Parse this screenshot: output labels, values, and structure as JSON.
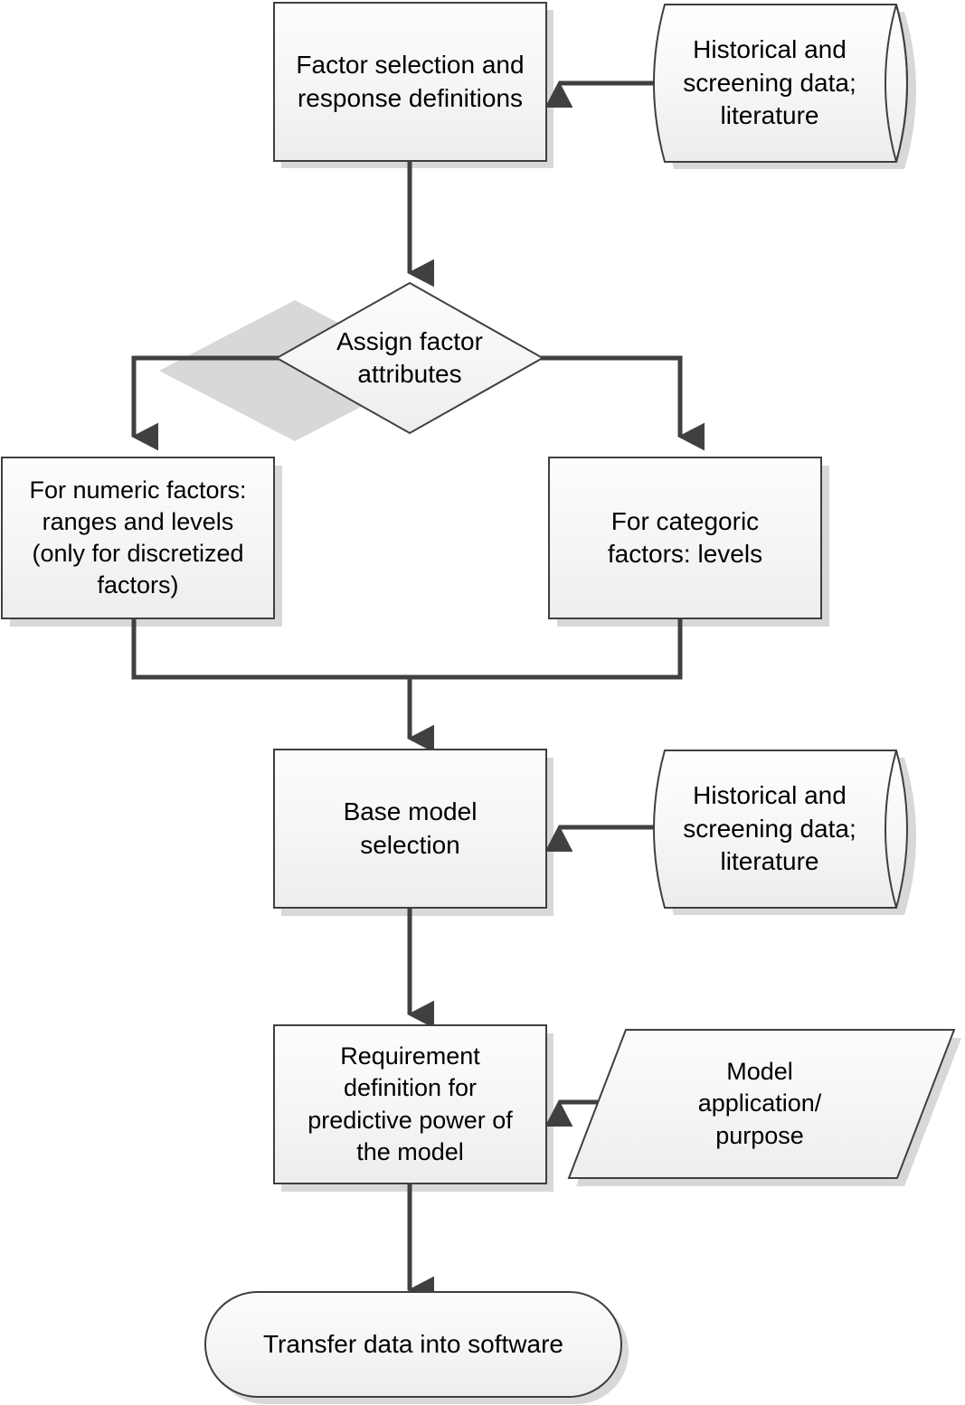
{
  "diagram": {
    "type": "flowchart",
    "title": "Design of experiments model setup flowchart",
    "colors": {
      "node_fill_light": "#fbfbfb",
      "node_fill_dark": "#eeeeee",
      "node_stroke": "#3f3f3f",
      "connector": "#404040",
      "shadow": "#d9d9d9",
      "text": "#000000",
      "background": "#ffffff"
    },
    "nodes": [
      {
        "id": "factor-selection",
        "shape": "process",
        "label": "Factor selection and\nresponse definitions"
      },
      {
        "id": "historical-data-top",
        "shape": "cylinder",
        "label": "Historical and\nscreening data;\nliterature"
      },
      {
        "id": "assign-factor-attributes",
        "shape": "decision",
        "label": "Assign factor\nattributes"
      },
      {
        "id": "numeric-factors",
        "shape": "process",
        "label": "For numeric factors:\nranges and levels\n(only for discretized\nfactors)"
      },
      {
        "id": "categoric-factors",
        "shape": "process",
        "label": "For categoric\nfactors: levels"
      },
      {
        "id": "base-model-selection",
        "shape": "process",
        "label": "Base model\nselection"
      },
      {
        "id": "historical-data-bottom",
        "shape": "cylinder",
        "label": "Historical and\nscreening data;\nliterature"
      },
      {
        "id": "requirement-definition",
        "shape": "process",
        "label": "Requirement\ndefinition for\npredictive power of\nthe model"
      },
      {
        "id": "model-application",
        "shape": "parallelogram",
        "label": "Model\napplication/\npurpose"
      },
      {
        "id": "transfer-data",
        "shape": "terminator",
        "label": "Transfer data into software"
      }
    ],
    "edges": [
      {
        "id": "e1",
        "from": "historical-data-top",
        "to": "factor-selection",
        "arrow": true
      },
      {
        "id": "e2",
        "from": "factor-selection",
        "to": "assign-factor-attributes",
        "arrow": true
      },
      {
        "id": "e3",
        "from": "assign-factor-attributes",
        "to": "numeric-factors",
        "arrow": true
      },
      {
        "id": "e4",
        "from": "assign-factor-attributes",
        "to": "categoric-factors",
        "arrow": true
      },
      {
        "id": "e5",
        "from": "numeric-factors",
        "to": "base-model-selection",
        "arrow": true
      },
      {
        "id": "e6",
        "from": "categoric-factors",
        "to": "base-model-selection",
        "arrow": true
      },
      {
        "id": "e7",
        "from": "historical-data-bottom",
        "to": "base-model-selection",
        "arrow": true
      },
      {
        "id": "e8",
        "from": "base-model-selection",
        "to": "requirement-definition",
        "arrow": true
      },
      {
        "id": "e9",
        "from": "model-application",
        "to": "requirement-definition",
        "arrow": true
      },
      {
        "id": "e10",
        "from": "requirement-definition",
        "to": "transfer-data",
        "arrow": true
      }
    ]
  }
}
